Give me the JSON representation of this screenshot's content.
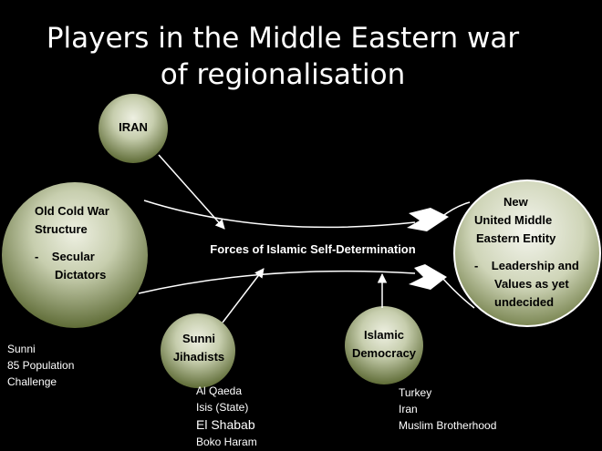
{
  "title": {
    "line1": "Players in the Middle Eastern war",
    "line2": "of regionalisation"
  },
  "nodes": {
    "iran": {
      "label": "IRAN"
    },
    "old_cold_war": {
      "line1": "Old Cold War",
      "line2": "Structure",
      "bullet_line1": "-    Secular",
      "bullet_line2": "Dictators"
    },
    "new_entity": {
      "line1": "New",
      "line2": "United Middle",
      "line3": "Eastern Entity",
      "bullet_line1": "-    Leadership and",
      "bullet_line2": "Values as yet",
      "bullet_line3": "undecided"
    },
    "sunni_jihadists": {
      "line1": "Sunni",
      "line2": "Jihadists"
    },
    "islamic_democracy": {
      "line1": "Islamic",
      "line2": "Democracy"
    }
  },
  "forces_label": "Forces of Islamic Self-Determination",
  "annotations": {
    "sunni_population": [
      "Sunni",
      "85 Population",
      "Challenge"
    ],
    "jihadist_groups": [
      "Al Qaeda",
      "Isis (State)",
      "El Shabab",
      "Boko Haram"
    ],
    "democracy_examples": [
      "Turkey",
      "Iran",
      "Muslim Brotherhood"
    ]
  },
  "colors": {
    "background": "#000000",
    "node_light": "#e6ead6",
    "node_dark": "#5f6c37",
    "arrow": "#ffffff"
  }
}
